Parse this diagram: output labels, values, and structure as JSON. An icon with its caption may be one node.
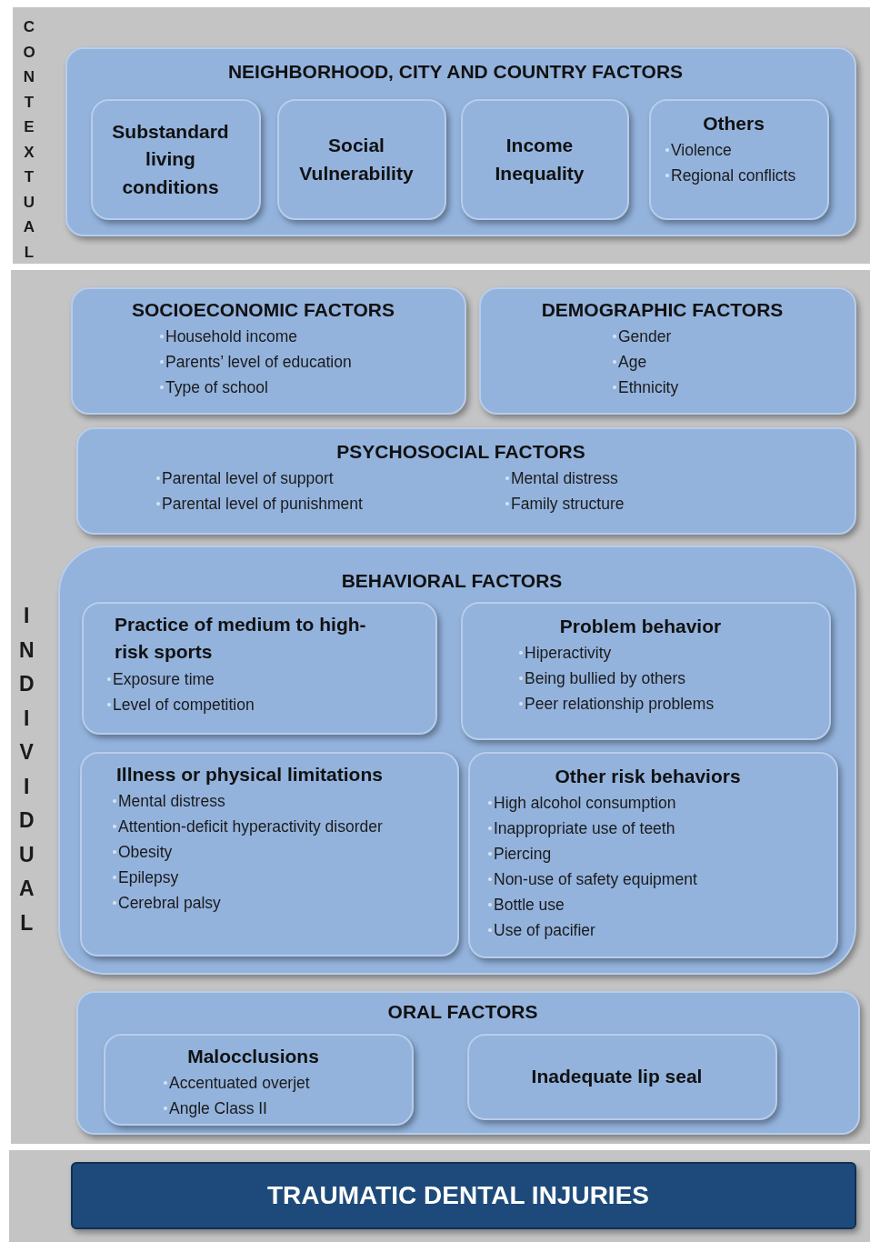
{
  "diagram": {
    "nodes": [
      {
        "text": [
          "CONTEXTUAL"
        ]
      },
      {
        "text": [
          "NEIGHBORHOOD, CITY AND COUNTRY FACTORS"
        ],
        "in": 0
      },
      {
        "text": [
          "Substandard living conditions"
        ],
        "in": 1
      },
      {
        "text": [
          "Social Vulnerability"
        ],
        "in": 1
      },
      {
        "text": [
          "Income Inequality"
        ],
        "in": 1
      },
      {
        "text": [
          "Others",
          "Violence",
          "Regional conflicts"
        ],
        "in": 1
      },
      {
        "text": [
          "INDIVIDUAL"
        ]
      },
      {
        "text": [
          "SOCIOECONOMIC FACTORS",
          "Household income",
          "Parents’ level of education",
          "Type of school"
        ],
        "in": 6
      },
      {
        "text": [
          "DEMOGRAPHIC FACTORS",
          "Gender",
          "Age",
          "Ethnicity"
        ],
        "in": 6
      },
      {
        "text": [
          "PSYCHOSOCIAL FACTORS",
          "Parental level of support",
          "Parental level of punishment",
          "Mental distress",
          "Family structure"
        ],
        "in": 6
      },
      {
        "text": [
          "BEHAVIORAL FACTORS"
        ],
        "in": 6
      },
      {
        "text": [
          "Practice of medium to high-risk sports",
          "Exposure time",
          "Level of competition"
        ],
        "in": 10
      },
      {
        "text": [
          "Problem behavior",
          "Hiperactivity",
          "Being bullied by others",
          "Peer relationship problems"
        ],
        "in": 10
      },
      {
        "text": [
          "Illness or physical limitations",
          "Mental distress",
          "Attention-deficit hyperactivity disorder",
          "Obesity",
          "Epilepsy",
          "Cerebral palsy"
        ],
        "in": 10
      },
      {
        "text": [
          "Other risk behaviors",
          "High alcohol consumption",
          "Inappropriate use of teeth",
          "Piercing",
          "Non-use of safety equipment",
          "Bottle use",
          "Use of pacifier"
        ],
        "in": 10
      },
      {
        "text": [
          "ORAL FACTORS"
        ],
        "in": 6
      },
      {
        "text": [
          "Malocclusions",
          "Accentuated overjet",
          "Angle Class II"
        ],
        "in": 15
      },
      {
        "text": [
          "Inadequate lip seal"
        ],
        "in": 15
      },
      {
        "text": [
          "TRAUMATIC DENTAL INJURIES"
        ]
      }
    ]
  }
}
